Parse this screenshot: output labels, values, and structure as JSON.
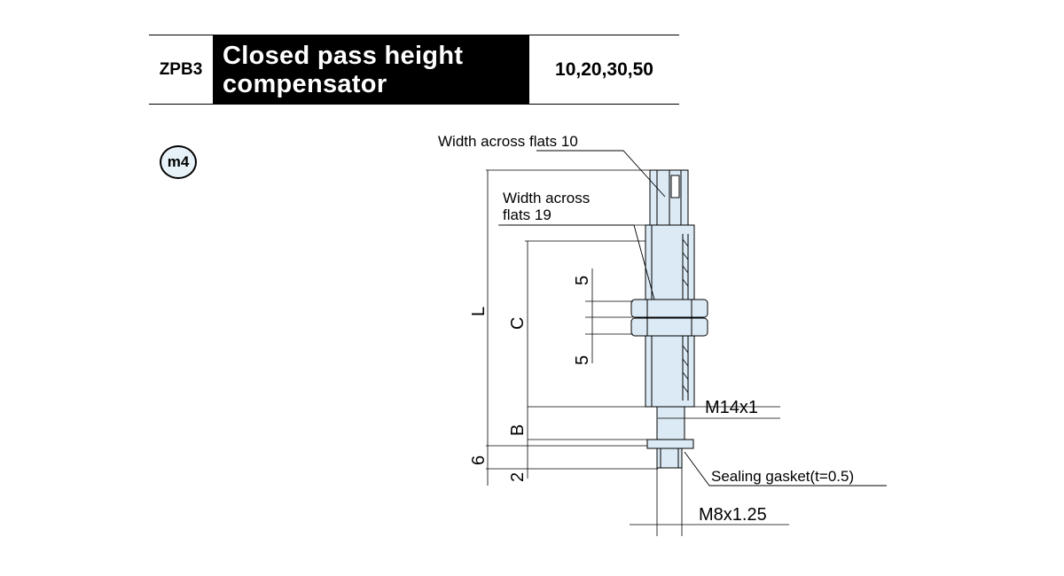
{
  "header": {
    "model": "ZPB3",
    "title_line1": "Closed pass height",
    "title_line2": "compensator",
    "strokes": "10,20,30,50"
  },
  "badge": {
    "label": "m4"
  },
  "drawing": {
    "labels": {
      "width_across_flats_10": "Width across flats 10",
      "width_across_flats_19_line1": "Width across",
      "width_across_flats_19_line2": "flats 19",
      "dim_L": "L",
      "dim_C": "C",
      "dim_B": "B",
      "dim_6": "6",
      "dim_2": "2",
      "dim_5_top": "5",
      "dim_5_bottom": "5",
      "thread_m14": "M14x1",
      "thread_m8": "M8x1.25",
      "sealing_gasket": "Sealing gasket(t=0.5)"
    },
    "colors": {
      "body_fill": "#dbeaf4",
      "line": "#000000"
    }
  }
}
